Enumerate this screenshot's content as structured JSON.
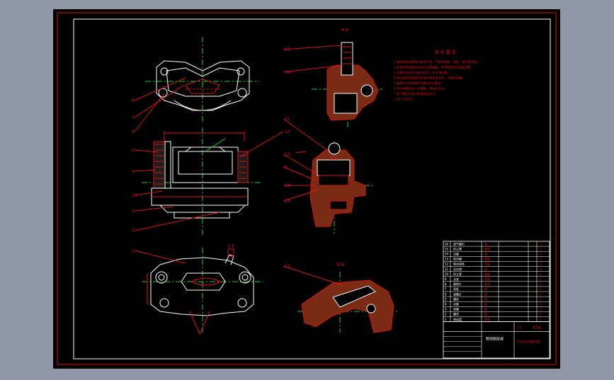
{
  "drawing": {
    "section_labels": [
      "A-A",
      "B-B",
      "A-A",
      "F-F"
    ],
    "tech_title": "技 术 要 求",
    "tech_notes": [
      "1.装配前所有零件应清洗干净，不得有铁屑、毛刺、油污等杂物。",
      "2.各密封件装配时应涂以润滑油脂，不得有划伤和扭曲现象。",
      "3.活塞在缸体内应移动灵活，无卡滞现象。",
      "4.制动钳总成装配后应进行密封性试验，不得有渗漏。",
      "5.摩擦片与制动盘的间隙应符合要求。",
      "6.导向销表面涂以润滑脂，滑动应灵活。",
      "7.放气螺钉拧紧力矩按规定执行。",
      "a.30~1.0mm"
    ],
    "parts_table": {
      "rows": [
        [
          "16",
          "放气螺钉",
          "1",
          "钢"
        ],
        [
          "15",
          "防尘罩",
          "1",
          "橡胶"
        ],
        [
          "14",
          "活塞",
          "1",
          "钢"
        ],
        [
          "13",
          "密封圈",
          "1",
          "橡胶"
        ],
        [
          "12",
          "制动钳体",
          "1",
          "铸铁"
        ],
        [
          "11",
          "导向销",
          "2",
          "钢"
        ],
        [
          "10",
          "防尘套",
          "2",
          "橡胶"
        ],
        [
          "9",
          "支架",
          "1",
          "铸铁"
        ],
        [
          "8",
          "摩擦片",
          "2",
          "复合"
        ],
        [
          "7",
          "背板",
          "2",
          "钢"
        ],
        [
          "6",
          "弹簧片",
          "2",
          "钢"
        ],
        [
          "5",
          "螺栓",
          "2",
          "钢"
        ],
        [
          "4",
          "衬套",
          "2",
          "铜"
        ],
        [
          "3",
          "垫圈",
          "2",
          "钢"
        ],
        [
          "2",
          "螺母",
          "2",
          "钢"
        ],
        [
          "1",
          "制动盘",
          "1",
          "铸铁"
        ]
      ],
      "title_block": {
        "drawing_title": "制动钳总成",
        "school": "XX大学机械学院",
        "scale": "1:1",
        "sheet": "共1张"
      }
    }
  }
}
